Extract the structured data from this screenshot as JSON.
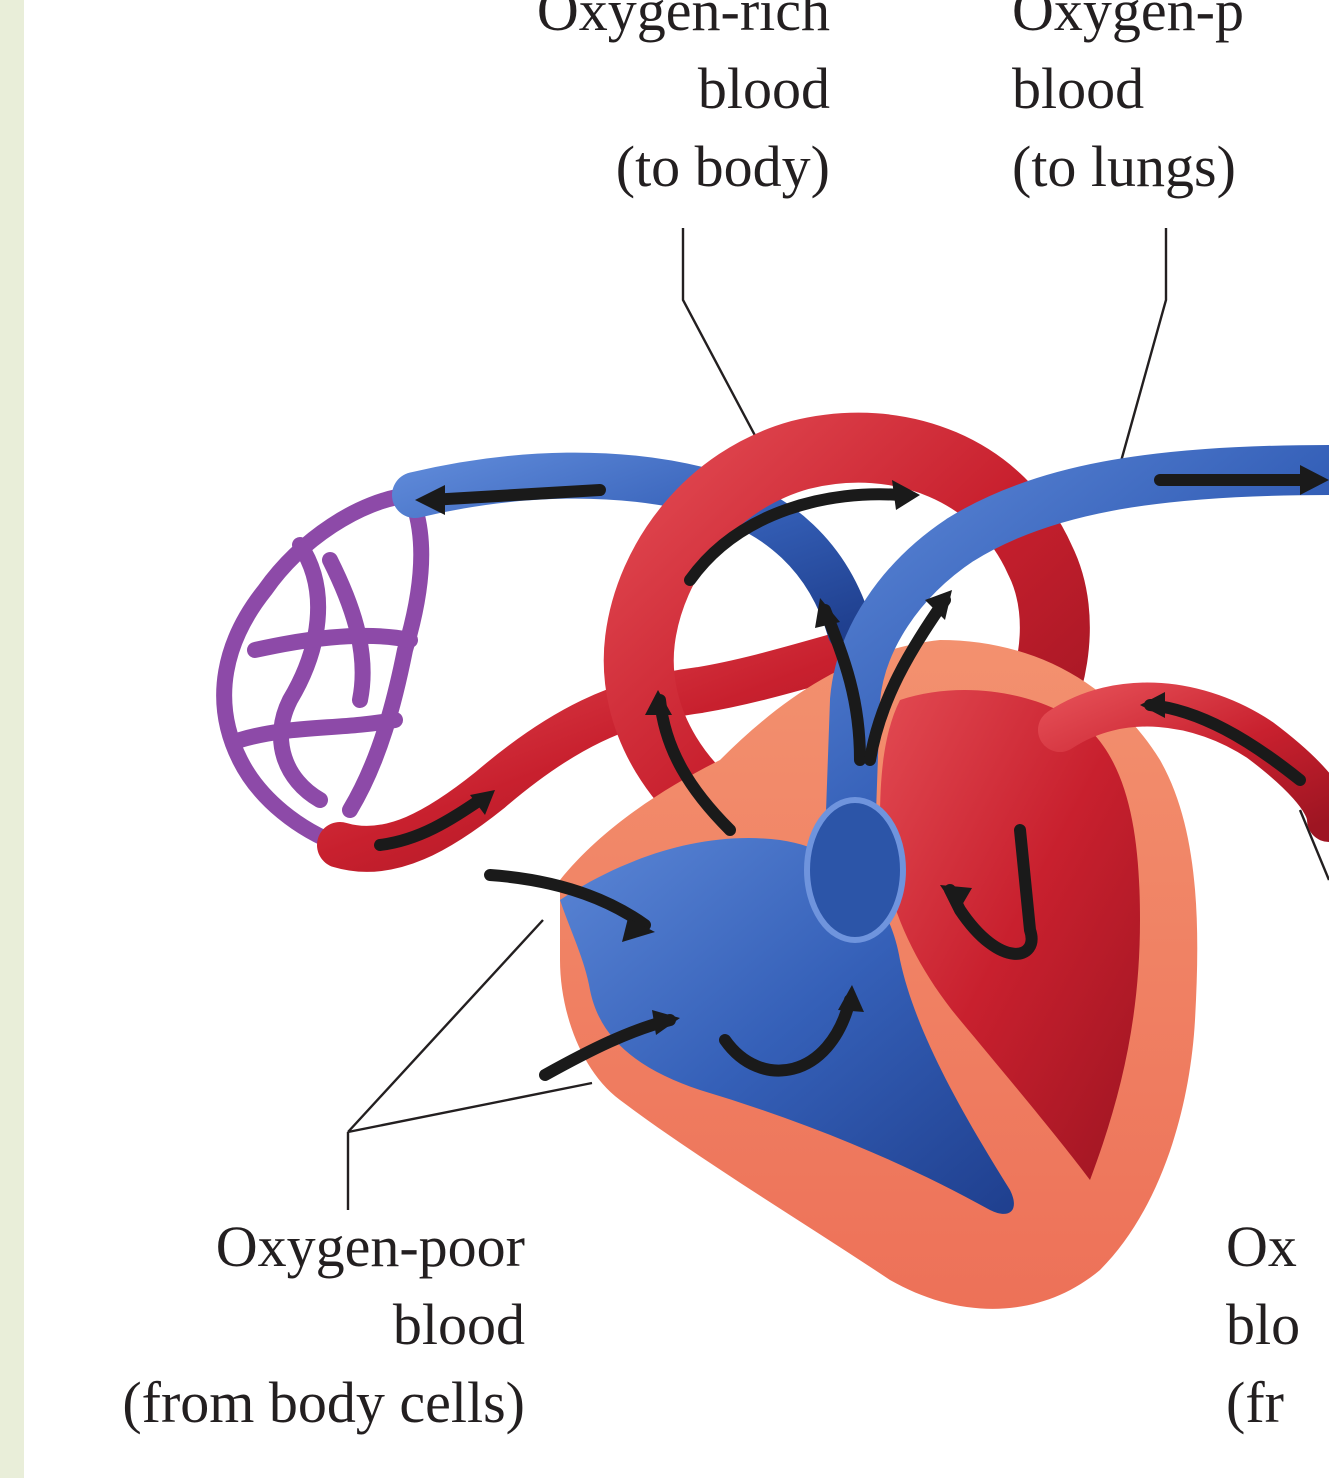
{
  "labels": {
    "oxygen_rich": [
      "Oxygen-rich",
      "blood",
      "(to body)"
    ],
    "oxygen_poor_lungs": [
      "Oxygen-p",
      "blood",
      "(to lungs)"
    ],
    "oxygen_poor_body": [
      "Oxygen-poor",
      "blood",
      "(from body cells)"
    ],
    "oxygen_right_cut": [
      "Ox",
      "blo",
      "(fr"
    ]
  },
  "colors": {
    "oxygen_rich": "#c8202e",
    "oxygen_poor": "#3560b8",
    "heart_wall": "#f07d63",
    "capillaries": "#7c4a9e",
    "arrow": "#1a1a1a",
    "background_strip": "#e9eed9"
  }
}
